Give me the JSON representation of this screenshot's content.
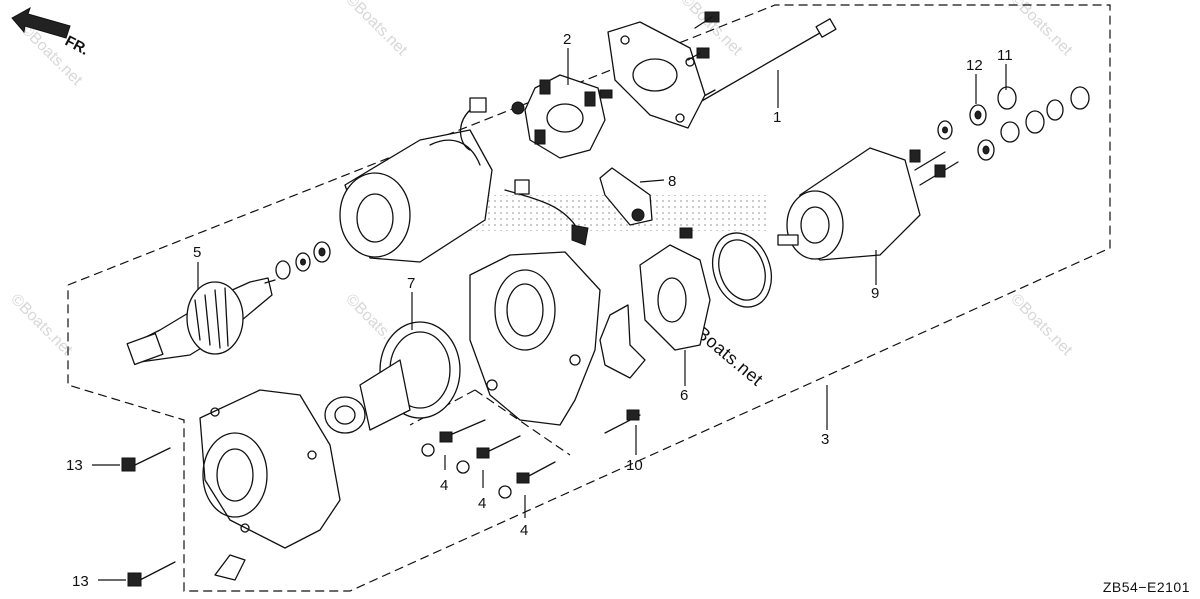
{
  "direction_marker": {
    "label": "FR.",
    "icon": "forward-arrow-icon"
  },
  "callouts": {
    "c1": "1",
    "c2": "2",
    "c3": "3",
    "c4a": "4",
    "c4b": "4",
    "c4c": "4",
    "c5": "5",
    "c6": "6",
    "c7": "7",
    "c8": "8",
    "c9": "9",
    "c10": "10",
    "c11": "11",
    "c12": "12",
    "c13a": "13",
    "c13b": "13"
  },
  "diagram_code": "ZB54−E2101",
  "watermark": {
    "text": "©Boats.net",
    "logo_text": "Boats.net"
  },
  "colors": {
    "ink": "#111111",
    "background": "#ffffff",
    "watermark": "#d8d8d8"
  }
}
